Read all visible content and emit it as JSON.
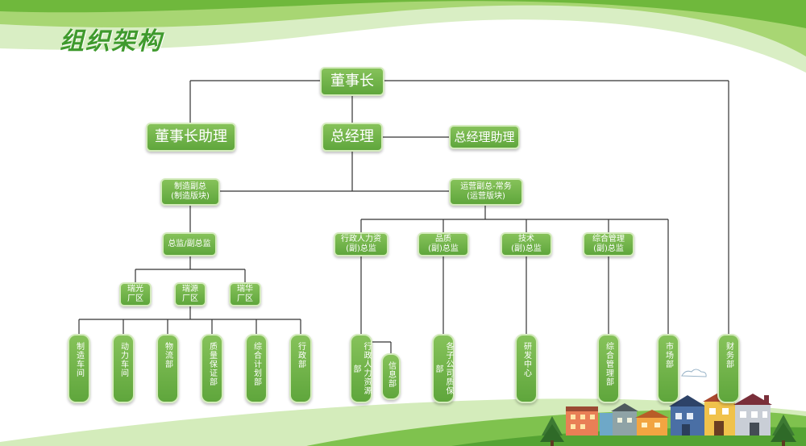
{
  "page_title": "组织架构",
  "nodes": {
    "chairman": "董事长",
    "chairman_assistant": "董事长助理",
    "general_manager": "总经理",
    "gm_assistant": "总经理助理",
    "mfg_vp": "制造副总\n(制造版块)",
    "ops_vp": "运营副总-常务\n(运营版块)",
    "director": "总监/副总监",
    "ruiguang": "瑞光\n厂区",
    "ruiyuan": "瑞源\n厂区",
    "ruihua": "瑞华\n厂区",
    "hr_director": "行政人力资\n(副)总监",
    "quality_director": "品质\n(副)总监",
    "tech_director": "技术\n(副)总监",
    "admin_director": "综合管理\n(副)总监",
    "workshop": "制造车间",
    "power_workshop": "动力车间",
    "logistics": "物流部",
    "qa_dept": "质量保证部",
    "planning_dept": "综合计划部",
    "admin_dept": "行政部",
    "hr_dept": "行政人力资源部",
    "info_dept": "信息部",
    "branch_quality": "各子公司质保部",
    "rd_center": "研发中心",
    "general_mgmt_dept": "综合管理部",
    "market_dept": "市场部",
    "finance_dept": "财务部"
  },
  "colors": {
    "box_top": "#86c25a",
    "box_bottom": "#5fa63c",
    "line": "#333333",
    "title": "#3f9a2d"
  }
}
